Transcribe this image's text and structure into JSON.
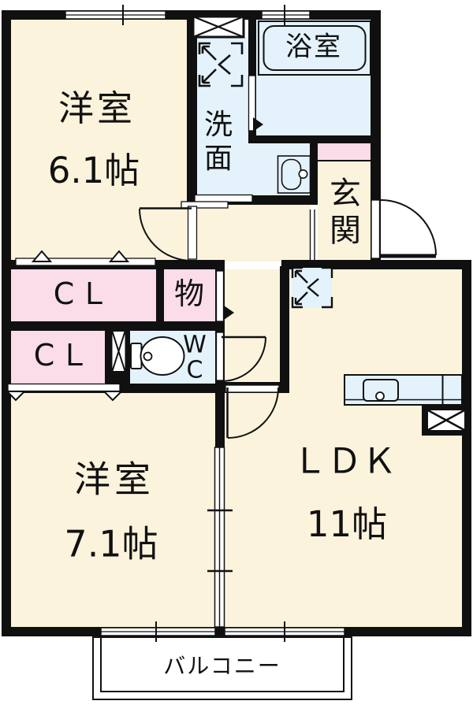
{
  "plan_title": "apartment-floor-plan",
  "rooms": {
    "bedroom1": {
      "label": "洋室",
      "size": "6.1帖"
    },
    "bedroom2": {
      "label": "洋室",
      "size": "7.1帖"
    },
    "ldk": {
      "label": "ＬＤＫ",
      "size": "11帖"
    },
    "washroom": {
      "label": "洗面"
    },
    "bathroom": {
      "label": "浴室"
    },
    "entrance": {
      "label": "玄関"
    },
    "closet1": {
      "label": "CＬ"
    },
    "closet2": {
      "label": "CＬ"
    },
    "storage": {
      "label": "物"
    },
    "wc": {
      "label": "WC"
    },
    "balcony": {
      "label": "バルコニー"
    }
  },
  "colors": {
    "room_cream": "#FBF3DC",
    "wet_area_blue": "#E3F2FB",
    "closet_pink": "#FBDCE9",
    "wall_black": "#101010",
    "background": "#FFFFFF"
  },
  "icons": [
    "bathtub-icon",
    "washbasin-icon",
    "toilet-icon",
    "kitchen-counter-icon",
    "kitchen-sink-icon",
    "laundry-space-icon",
    "fridge-space-icon",
    "pipe-space-x-icon",
    "door-swing-arc",
    "sliding-door",
    "window",
    "folding-door"
  ]
}
